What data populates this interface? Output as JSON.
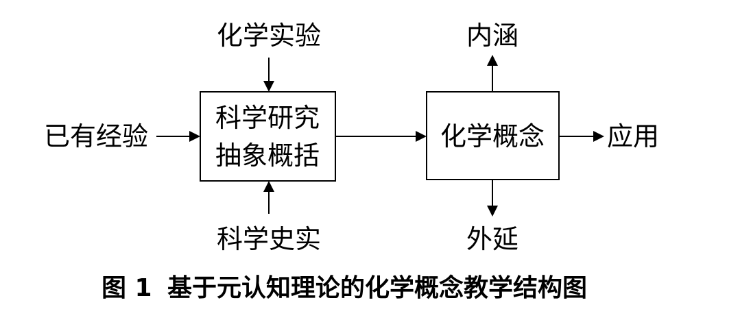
{
  "nodes": {
    "chemistry_experiment": "化学实验",
    "prior_experience": "已有经验",
    "research_line1": "科学研究",
    "research_line2": "抽象概括",
    "chemistry_history": "科学史实",
    "chemistry_concept": "化学概念",
    "connotation": "内涵",
    "extension": "外延",
    "application": "应用"
  },
  "caption": {
    "label": "图 1",
    "title": "基于元认知理论的化学概念教学结构图"
  }
}
